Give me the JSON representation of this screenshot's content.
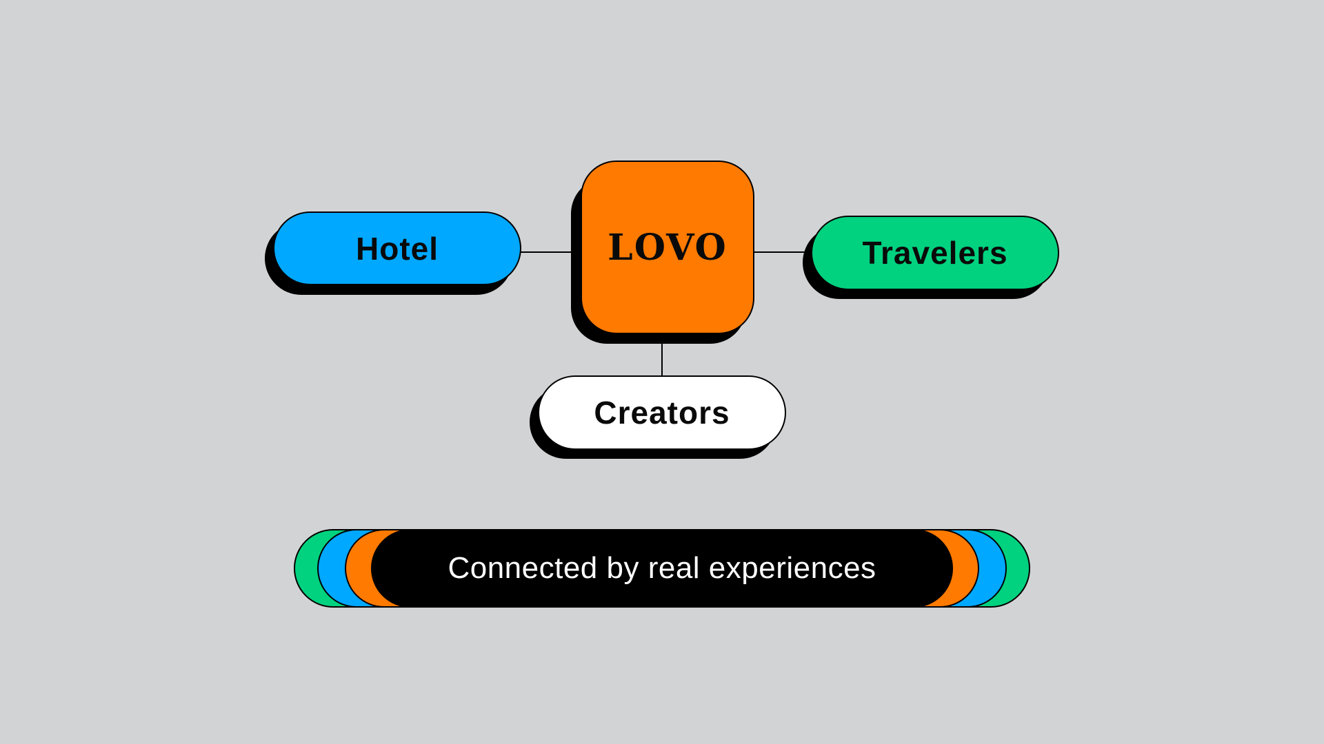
{
  "hub": {
    "logo": "LOVO",
    "color": "#ff7a00"
  },
  "nodes": {
    "hotel": {
      "label": "Hotel",
      "color": "#00a8ff"
    },
    "travelers": {
      "label": "Travelers",
      "color": "#00d27f"
    },
    "creators": {
      "label": "Creators",
      "color": "#ffffff"
    }
  },
  "banner": {
    "text": "Connected by real experiences",
    "colors": {
      "outer": "#00d27f",
      "middle": "#00a8ff",
      "inner": "#ff7a00",
      "core": "#000000"
    }
  }
}
